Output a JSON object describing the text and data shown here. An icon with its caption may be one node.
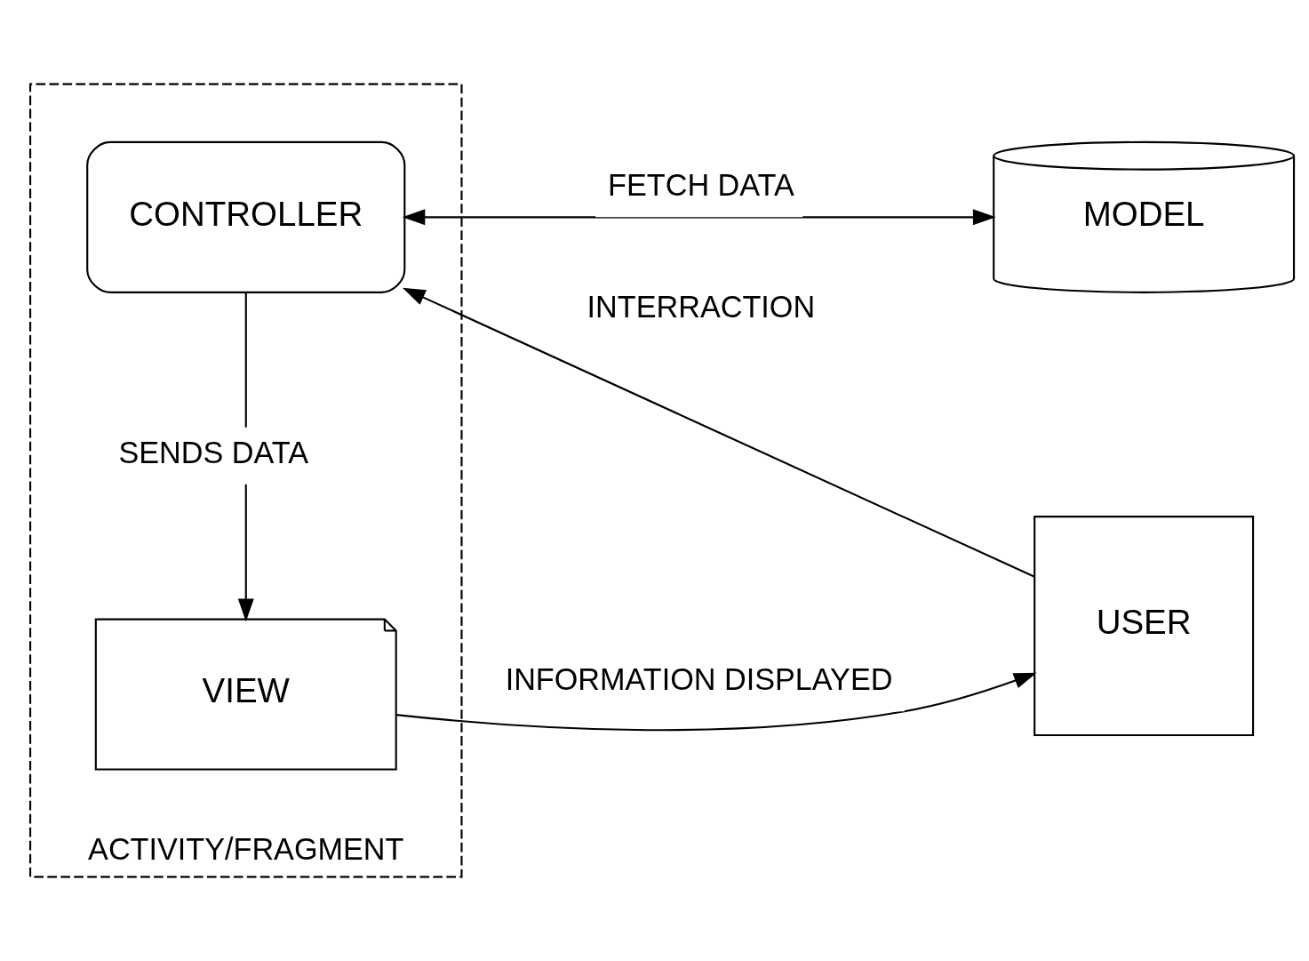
{
  "diagram": {
    "nodes": [
      {
        "text": [
          "ACTIVITY/FRAGMENT"
        ]
      },
      {
        "text": [
          "CONTROLLER"
        ],
        "in": 0
      },
      {
        "text": [
          "VIEW"
        ],
        "in": 0
      },
      {
        "text": [
          "MODEL"
        ]
      },
      {
        "text": [
          "USER"
        ]
      }
    ],
    "edges": [
      {
        "from": 4,
        "to": 1,
        "arrow": "to",
        "label": "INTERRACTION"
      },
      {
        "from": 1,
        "to": 3,
        "arrow": "both",
        "label": "FETCH DATA"
      },
      {
        "from": 1,
        "to": 2,
        "arrow": "to",
        "label": "SENDS DATA"
      },
      {
        "from": 2,
        "to": 4,
        "arrow": "to",
        "label": "INFORMATION DISPLAYED"
      }
    ]
  }
}
